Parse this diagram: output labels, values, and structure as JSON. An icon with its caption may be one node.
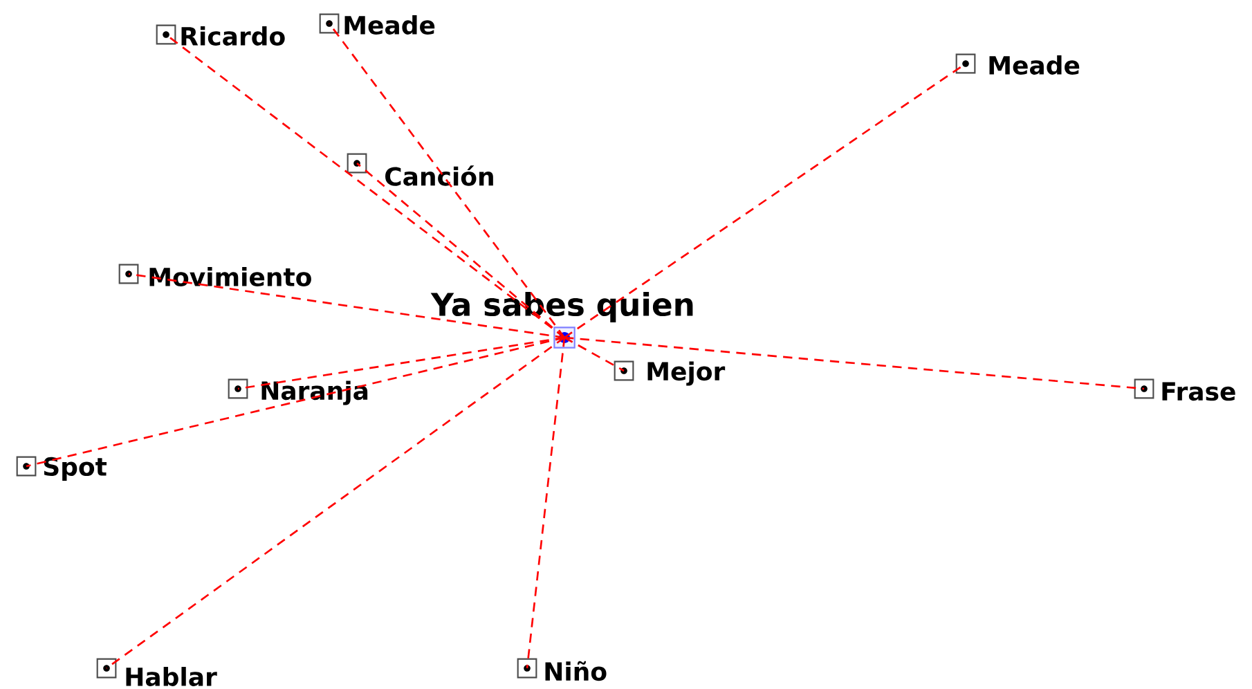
{
  "diagram": {
    "nodes": [
      {
        "text": [
          "Ya sabes quien"
        ]
      },
      {
        "text": [
          "Ricardo"
        ]
      },
      {
        "text": [
          "Meade"
        ]
      },
      {
        "text": [
          "Meade"
        ]
      },
      {
        "text": [
          "Canción"
        ]
      },
      {
        "text": [
          "Movimiento"
        ]
      },
      {
        "text": [
          "Mejor"
        ]
      },
      {
        "text": [
          "Naranja"
        ]
      },
      {
        "text": [
          "Frase"
        ]
      },
      {
        "text": [
          "Spot"
        ]
      },
      {
        "text": [
          "Hablar"
        ]
      },
      {
        "text": [
          "Niño"
        ]
      }
    ],
    "edges": [
      {
        "from": 0,
        "to": 1,
        "arrow": "none",
        "style": "dashed"
      },
      {
        "from": 0,
        "to": 2,
        "arrow": "none",
        "style": "dashed"
      },
      {
        "from": 0,
        "to": 3,
        "arrow": "none",
        "style": "dashed"
      },
      {
        "from": 0,
        "to": 4,
        "arrow": "none",
        "style": "dashed"
      },
      {
        "from": 0,
        "to": 5,
        "arrow": "none",
        "style": "dashed"
      },
      {
        "from": 0,
        "to": 6,
        "arrow": "none",
        "style": "dashed"
      },
      {
        "from": 0,
        "to": 7,
        "arrow": "none",
        "style": "dashed"
      },
      {
        "from": 0,
        "to": 8,
        "arrow": "none",
        "style": "dashed"
      },
      {
        "from": 0,
        "to": 9,
        "arrow": "none",
        "style": "dashed"
      },
      {
        "from": 0,
        "to": 10,
        "arrow": "none",
        "style": "dashed"
      },
      {
        "from": 0,
        "to": 11,
        "arrow": "none",
        "style": "dashed"
      }
    ]
  }
}
